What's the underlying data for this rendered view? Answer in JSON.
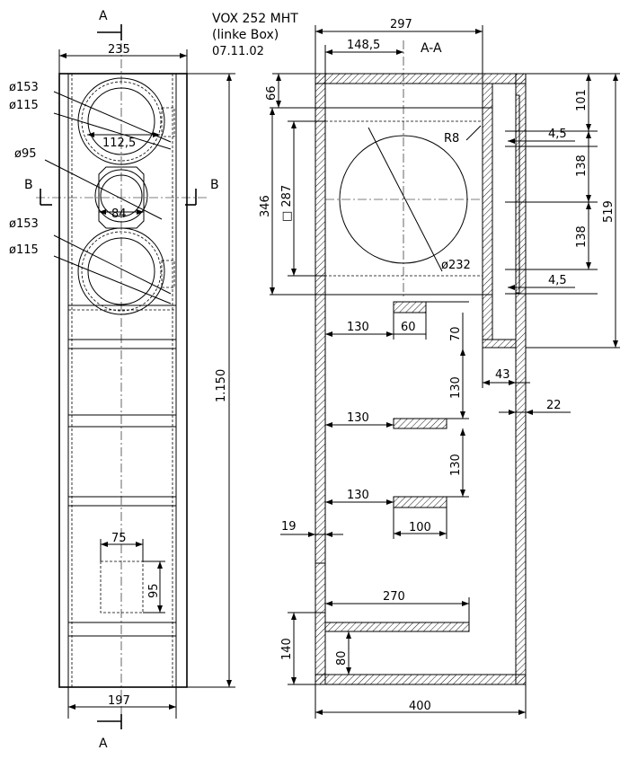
{
  "title": {
    "line1": "VOX 252 MHT",
    "line2": "(linke Box)",
    "line3": "07.11.02"
  },
  "section_labels": {
    "a_top": "A",
    "a_bottom": "A",
    "b_left": "B",
    "b_right": "B",
    "aa": "A-A"
  },
  "front_view": {
    "width_top": "235",
    "width_bottom": "197",
    "height": "1.150",
    "d153_top": "ø153",
    "d115_top": "ø115",
    "d95": "ø95",
    "d153_bottom": "ø153",
    "d115_bottom": "ø115",
    "dim_112": "112,5",
    "dim_84": "84",
    "dim_75": "75",
    "dim_95": "95"
  },
  "section_view": {
    "dim_297": "297",
    "dim_148": "148,5",
    "dim_66": "66",
    "dim_346": "346",
    "dim_287": "□ 287",
    "dim_r8": "R8",
    "dim_232": "ø232",
    "dim_101": "101",
    "dim_45_top": "4,5",
    "dim_138_top": "138",
    "dim_519": "519",
    "dim_138_bottom": "138",
    "dim_45_bottom": "4,5",
    "dim_130_a": "130",
    "dim_60": "60",
    "dim_70": "70",
    "dim_43": "43",
    "dim_130_v1": "130",
    "dim_130_b": "130",
    "dim_22": "22",
    "dim_130_v2": "130",
    "dim_130_c": "130",
    "dim_100": "100",
    "dim_19": "19",
    "dim_270": "270",
    "dim_140": "140",
    "dim_80": "80",
    "dim_400": "400"
  }
}
